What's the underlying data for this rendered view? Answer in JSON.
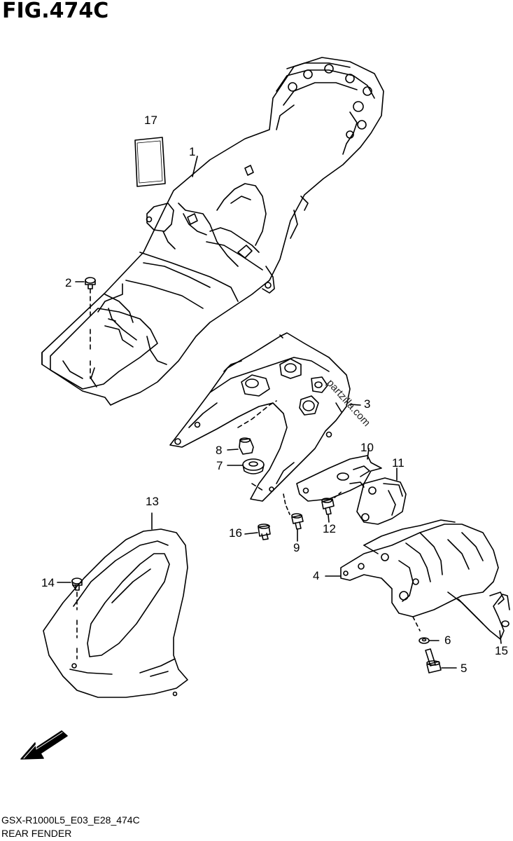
{
  "figure": {
    "title": "FIG.474C",
    "model_code": "GSX-R1000L5_E03_E28_474C",
    "caption": "REAR FENDER",
    "watermark": "partzilla.com",
    "fwd_label": "FWD"
  },
  "callouts": [
    {
      "id": "17",
      "text": "17"
    },
    {
      "id": "1",
      "text": "1"
    },
    {
      "id": "2",
      "text": "2"
    },
    {
      "id": "3",
      "text": "3"
    },
    {
      "id": "8",
      "text": "8"
    },
    {
      "id": "7",
      "text": "7"
    },
    {
      "id": "10",
      "text": "10"
    },
    {
      "id": "11",
      "text": "11"
    },
    {
      "id": "12",
      "text": "12"
    },
    {
      "id": "13",
      "text": "13"
    },
    {
      "id": "16",
      "text": "16"
    },
    {
      "id": "9",
      "text": "9"
    },
    {
      "id": "4",
      "text": "4"
    },
    {
      "id": "14",
      "text": "14"
    },
    {
      "id": "6",
      "text": "6"
    },
    {
      "id": "15",
      "text": "15"
    },
    {
      "id": "5",
      "text": "5"
    }
  ]
}
